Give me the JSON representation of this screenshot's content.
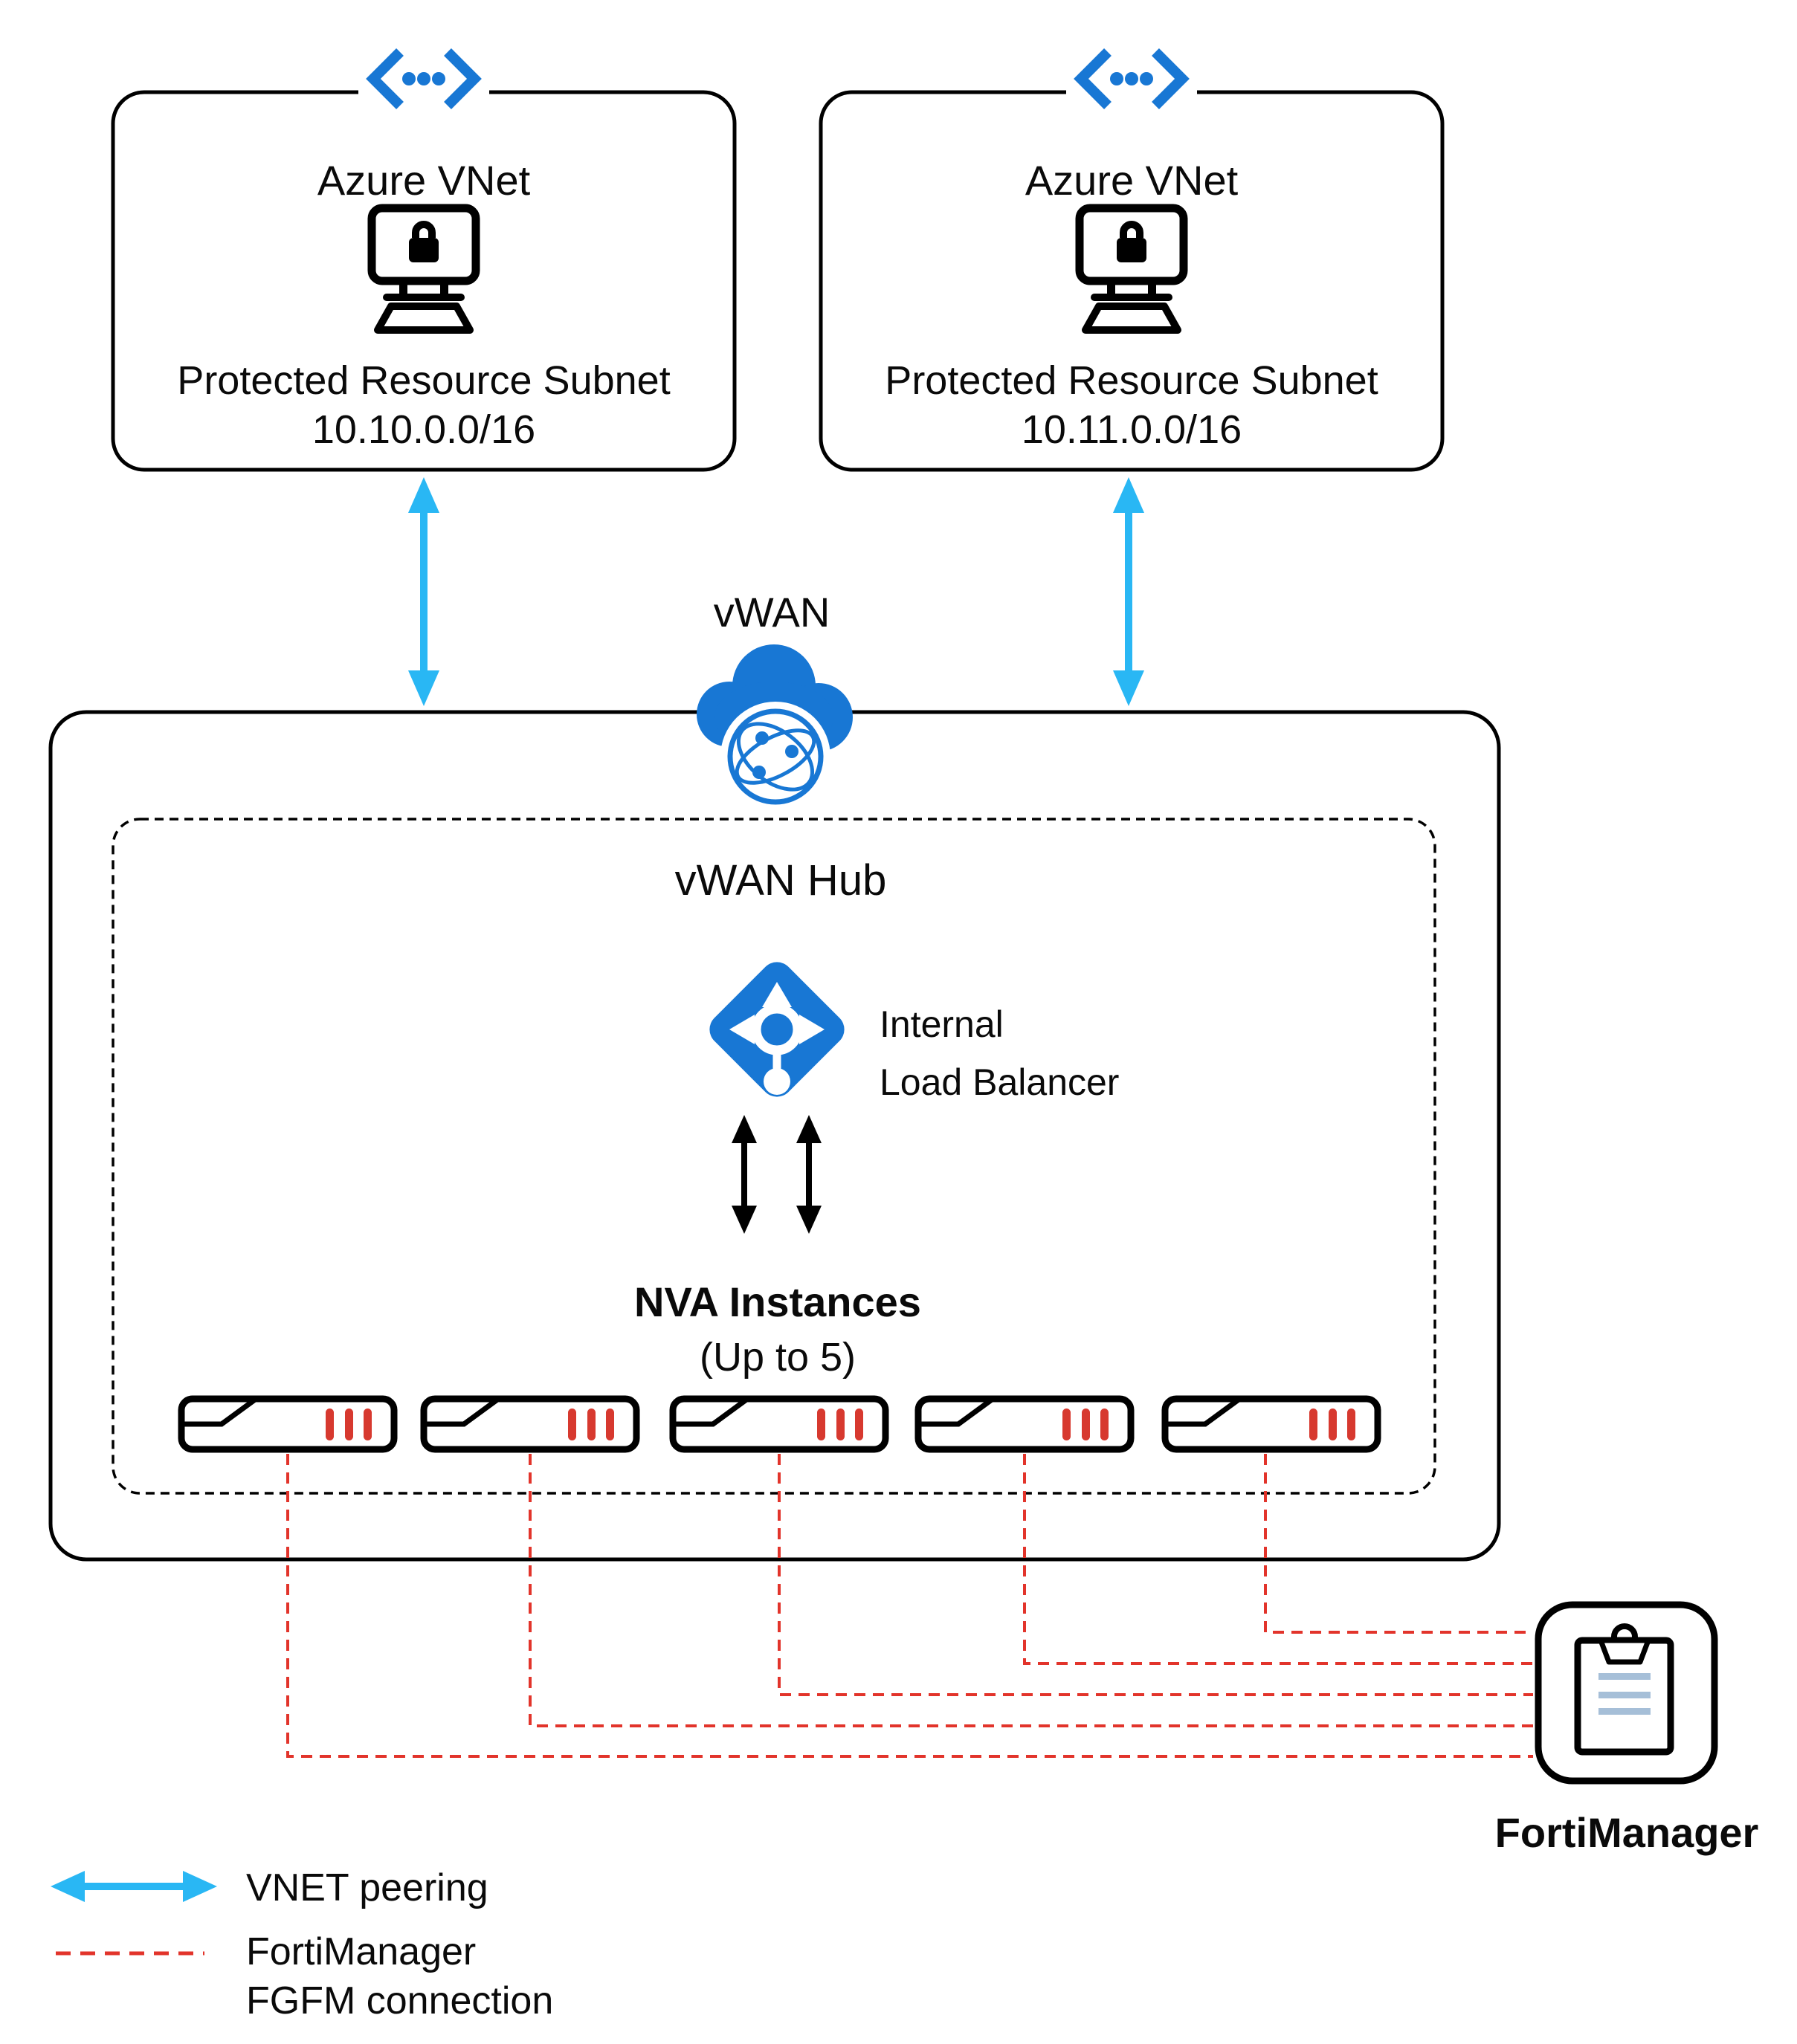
{
  "diagram": {
    "vnets": [
      {
        "title": "Azure VNet",
        "subnet": "Protected Resource Subnet",
        "cidr": "10.10.0.0/16"
      },
      {
        "title": "Azure VNet",
        "subnet": "Protected Resource Subnet",
        "cidr": "10.11.0.0/16"
      }
    ],
    "vwan_label": "vWAN",
    "hub": {
      "title": "vWAN Hub",
      "load_balancer_line1": "Internal",
      "load_balancer_line2": "Load Balancer",
      "nva_title": "NVA Instances",
      "nva_subtitle": "(Up to 5)",
      "nva_instances_shown": 5
    },
    "fortimanager_label": "FortiManager",
    "legend": {
      "peering_label": "VNET peering",
      "fgfm_line1": "FortiManager",
      "fgfm_line2": "FGFM connection"
    },
    "icons": {
      "vnet": "azure-vnet-icon",
      "protected_resource": "locked-workstation-icon",
      "vwan": "cloud-globe-icon",
      "load_balancer": "load-balancer-diamond-icon",
      "nva": "firewall-appliance-icon",
      "fortimanager": "clipboard-icon"
    },
    "colors": {
      "azure_blue": "#1877D4",
      "peering_cyan": "#29B7F4",
      "forti_red": "#E2342B",
      "nva_bar_red": "#D7392F",
      "clipboard_lines": "#A6BFD8",
      "line_black": "#000000"
    }
  }
}
